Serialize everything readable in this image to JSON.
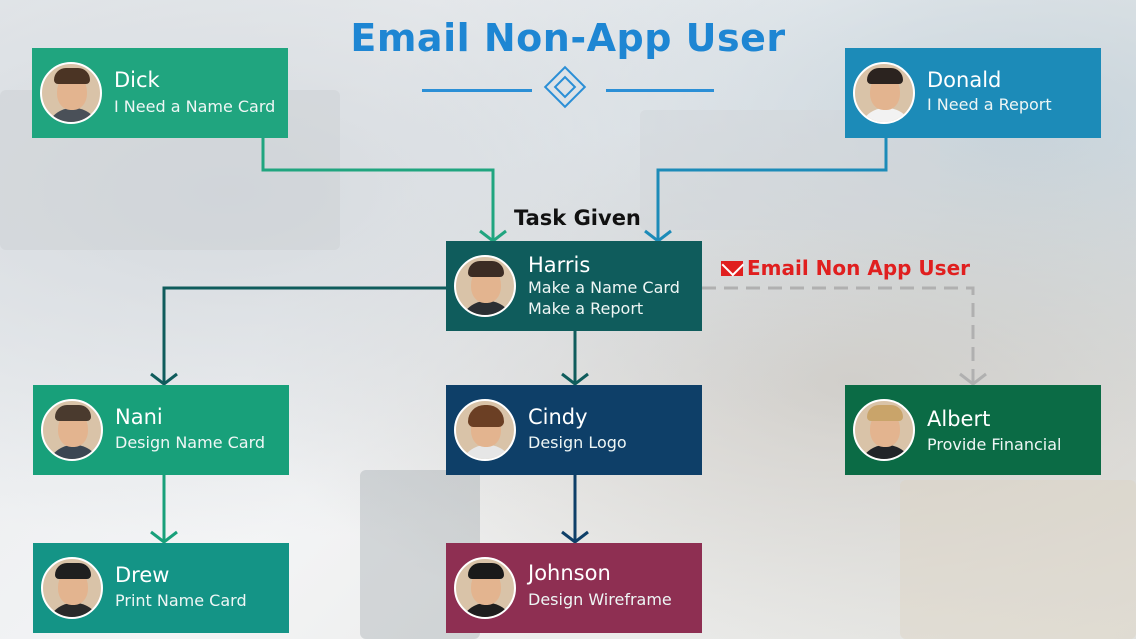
{
  "title": "Email Non-App User",
  "labels": {
    "task_given": "Task Given",
    "email_non_app_user": "Email Non App User"
  },
  "nodes": {
    "dick": {
      "name": "Dick",
      "tasks": [
        "I Need a Name Card"
      ],
      "color": "#20a57f"
    },
    "donald": {
      "name": "Donald",
      "tasks": [
        "I Need a Report"
      ],
      "color": "#1c8bb8"
    },
    "harris": {
      "name": "Harris",
      "tasks": [
        "Make a Name Card",
        "Make a Report"
      ],
      "color": "#0f5c5c"
    },
    "nani": {
      "name": "Nani",
      "tasks": [
        "Design Name Card"
      ],
      "color": "#18a07a"
    },
    "cindy": {
      "name": "Cindy",
      "tasks": [
        "Design Logo"
      ],
      "color": "#0e3f68"
    },
    "albert": {
      "name": "Albert",
      "tasks": [
        "Provide Financial"
      ],
      "color": "#0b6b45"
    },
    "drew": {
      "name": "Drew",
      "tasks": [
        "Print Name Card"
      ],
      "color": "#149486"
    },
    "johnson": {
      "name": "Johnson",
      "tasks": [
        "Design Wireframe"
      ],
      "color": "#8e2f52"
    }
  },
  "colors": {
    "title": "#1e86d3",
    "email_label": "#e01f1f",
    "connector_green": "#20a57f",
    "connector_blue": "#1c8bb8",
    "connector_dark": "#0f5c5c",
    "connector_dashed": "#b0b0b0"
  }
}
